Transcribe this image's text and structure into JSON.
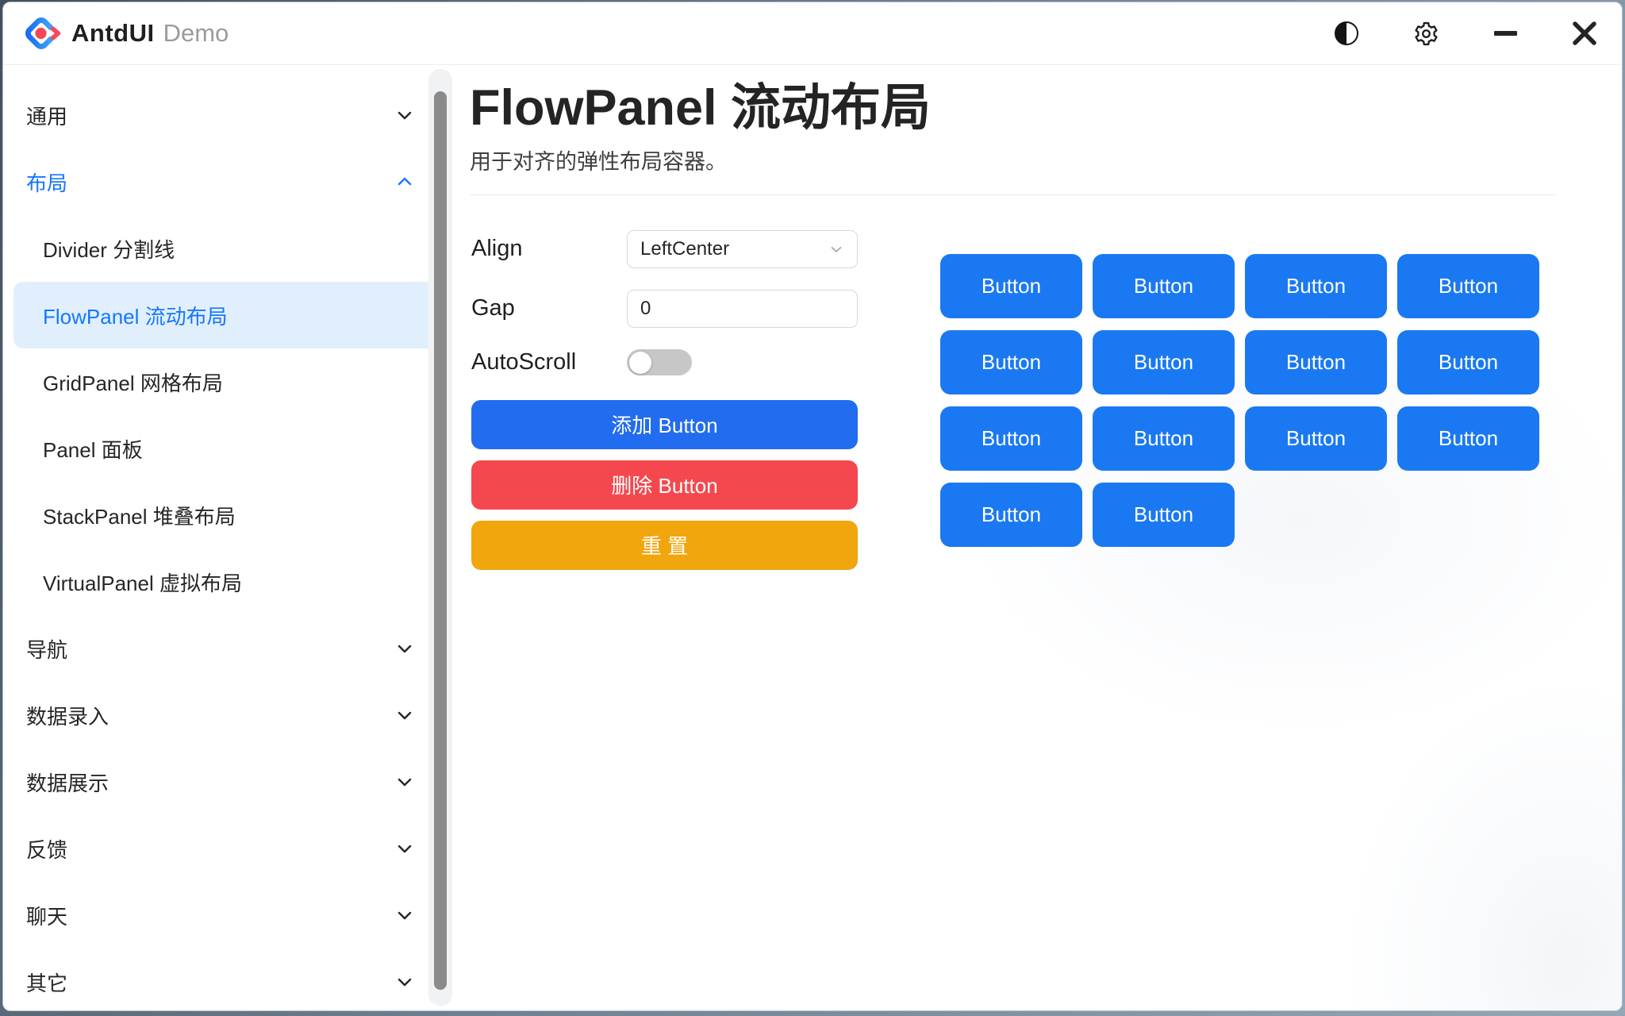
{
  "titlebar": {
    "app_name": "AntdUI",
    "app_suffix": "Demo",
    "icons": [
      "logo-icon",
      "theme-contrast-icon",
      "gear-icon",
      "minimize-icon",
      "close-icon"
    ]
  },
  "sidebar": {
    "items": [
      {
        "label": "通用",
        "type": "group",
        "chevron": "down"
      },
      {
        "label": "布局",
        "type": "group",
        "chevron": "up",
        "active": true
      },
      {
        "label": "Divider 分割线",
        "type": "sub"
      },
      {
        "label": "FlowPanel 流动布局",
        "type": "sub",
        "selected": true
      },
      {
        "label": "GridPanel 网格布局",
        "type": "sub"
      },
      {
        "label": "Panel 面板",
        "type": "sub"
      },
      {
        "label": "StackPanel 堆叠布局",
        "type": "sub"
      },
      {
        "label": "VirtualPanel 虚拟布局",
        "type": "sub"
      },
      {
        "label": "导航",
        "type": "group",
        "chevron": "down"
      },
      {
        "label": "数据录入",
        "type": "group",
        "chevron": "down"
      },
      {
        "label": "数据展示",
        "type": "group",
        "chevron": "down"
      },
      {
        "label": "反馈",
        "type": "group",
        "chevron": "down"
      },
      {
        "label": "聊天",
        "type": "group",
        "chevron": "down"
      },
      {
        "label": "其它",
        "type": "group",
        "chevron": "down"
      }
    ]
  },
  "main": {
    "title": "FlowPanel 流动布局",
    "subtitle": "用于对齐的弹性布局容器。",
    "form": {
      "align_label": "Align",
      "align_value": "LeftCenter",
      "gap_label": "Gap",
      "gap_value": "0",
      "autoscroll_label": "AutoScroll",
      "autoscroll_state": "off"
    },
    "actions": {
      "add": "添加 Button",
      "remove": "删除 Button",
      "reset": "重 置"
    },
    "flow_buttons": [
      "Button",
      "Button",
      "Button",
      "Button",
      "Button",
      "Button",
      "Button",
      "Button",
      "Button",
      "Button",
      "Button",
      "Button",
      "Button",
      "Button"
    ]
  },
  "colors": {
    "primary": "#1677ff",
    "grid_button": "#1a79f2",
    "add_button": "#226cf0",
    "delete_button": "#f4484e",
    "reset_button": "#f0a60c",
    "selected_item_bg": "#e1effc"
  }
}
